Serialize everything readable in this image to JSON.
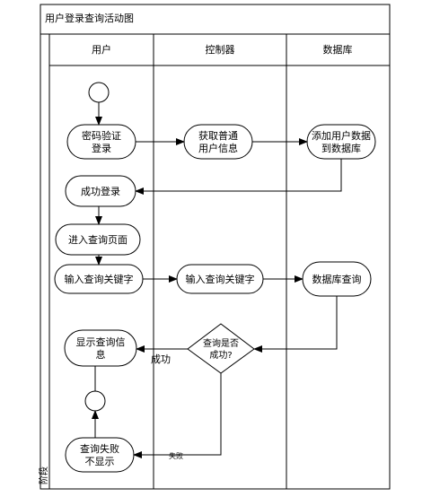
{
  "title": "用户登录查询活动图",
  "side_label": "阶段",
  "lanes": [
    {
      "label": "用户"
    },
    {
      "label": "控制器"
    },
    {
      "label": "数据库"
    }
  ],
  "nodes": {
    "verify": [
      "密码验证",
      "登录"
    ],
    "fetch_info": [
      "获取普通",
      "用户信息"
    ],
    "add_data": [
      "添加用户数据",
      "到数据库"
    ],
    "login_success": [
      "成功登录"
    ],
    "enter_query_page": [
      "进入查询页面"
    ],
    "input_keyword_user": [
      "输入查询关键字"
    ],
    "input_keyword_ctrl": [
      "输入查询关键字"
    ],
    "db_query": [
      "数据库查询"
    ],
    "show_info": [
      "显示查询信",
      "息"
    ],
    "query_fail": [
      "查询失败",
      "不显示"
    ]
  },
  "decision": {
    "lines": [
      "查询是否",
      "成功?"
    ]
  },
  "edge_labels": {
    "success": "成功",
    "fail": "失败"
  }
}
